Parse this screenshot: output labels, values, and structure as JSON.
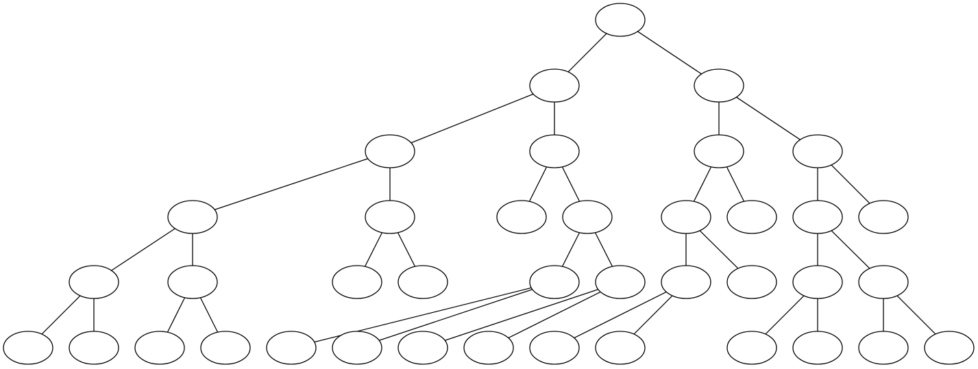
{
  "diagram": {
    "type": "tree",
    "node_shape": "ellipse",
    "stroke_color": "#000000",
    "fill_color": "#ffffff",
    "background_color": "#ffffff",
    "root": "n0",
    "edges": [
      [
        "n0",
        "n1"
      ],
      [
        "n0",
        "n2"
      ],
      [
        "n1",
        "n3"
      ],
      [
        "n1",
        "n4"
      ],
      [
        "n2",
        "n5"
      ],
      [
        "n2",
        "n6"
      ],
      [
        "n3",
        "n7"
      ],
      [
        "n3",
        "n8"
      ],
      [
        "n4",
        "n9"
      ],
      [
        "n4",
        "n10"
      ],
      [
        "n5",
        "n11"
      ],
      [
        "n5",
        "n12"
      ],
      [
        "n6",
        "n13"
      ],
      [
        "n6",
        "n14"
      ],
      [
        "n7",
        "n15"
      ],
      [
        "n7",
        "n16"
      ],
      [
        "n8",
        "n17"
      ],
      [
        "n8",
        "n18"
      ],
      [
        "n10",
        "n19"
      ],
      [
        "n10",
        "n20"
      ],
      [
        "n11",
        "n21"
      ],
      [
        "n11",
        "n22"
      ],
      [
        "n13",
        "n23"
      ],
      [
        "n13",
        "n24"
      ],
      [
        "n15",
        "n25"
      ],
      [
        "n15",
        "n26"
      ],
      [
        "n16",
        "n27"
      ],
      [
        "n16",
        "n28"
      ],
      [
        "n19",
        "n29"
      ],
      [
        "n19",
        "n30"
      ],
      [
        "n20",
        "n31"
      ],
      [
        "n20",
        "n32"
      ],
      [
        "n21",
        "n33"
      ],
      [
        "n21",
        "n34"
      ],
      [
        "n23",
        "n35"
      ],
      [
        "n23",
        "n36"
      ],
      [
        "n24",
        "n37"
      ],
      [
        "n24",
        "n38"
      ]
    ]
  }
}
